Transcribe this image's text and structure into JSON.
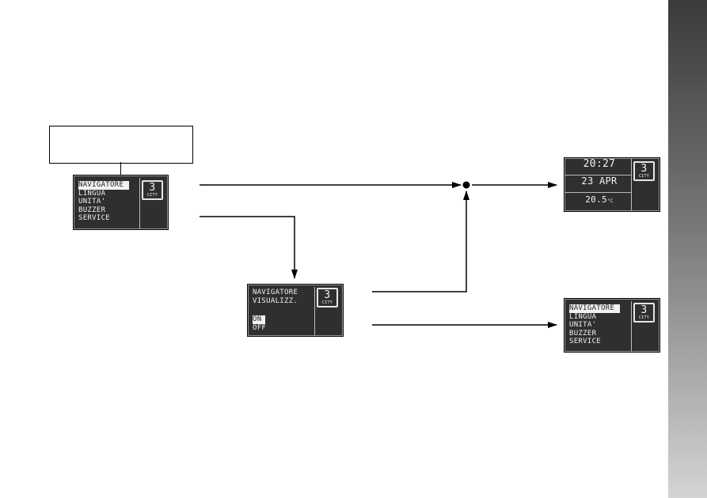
{
  "gear_badge": {
    "number": "3",
    "mode": "CITY"
  },
  "menu_items": [
    "NAVIGATORE",
    "LINGUA",
    "UNITA'",
    "BUZZER",
    "SERVICE"
  ],
  "navigator_screen": {
    "title_line1": "NAVIGATORE",
    "title_line2": "VISUALIZZ.",
    "options": [
      "ON",
      "OFF"
    ],
    "selected": "ON"
  },
  "clock_screen": {
    "time": "20:27",
    "date": "23 APR",
    "temperature": "20.5",
    "temperature_unit": "°C"
  },
  "colors": {
    "lcd_background": "#2f2f2f",
    "lcd_text": "#f2f2f2",
    "lines": "#000000"
  }
}
